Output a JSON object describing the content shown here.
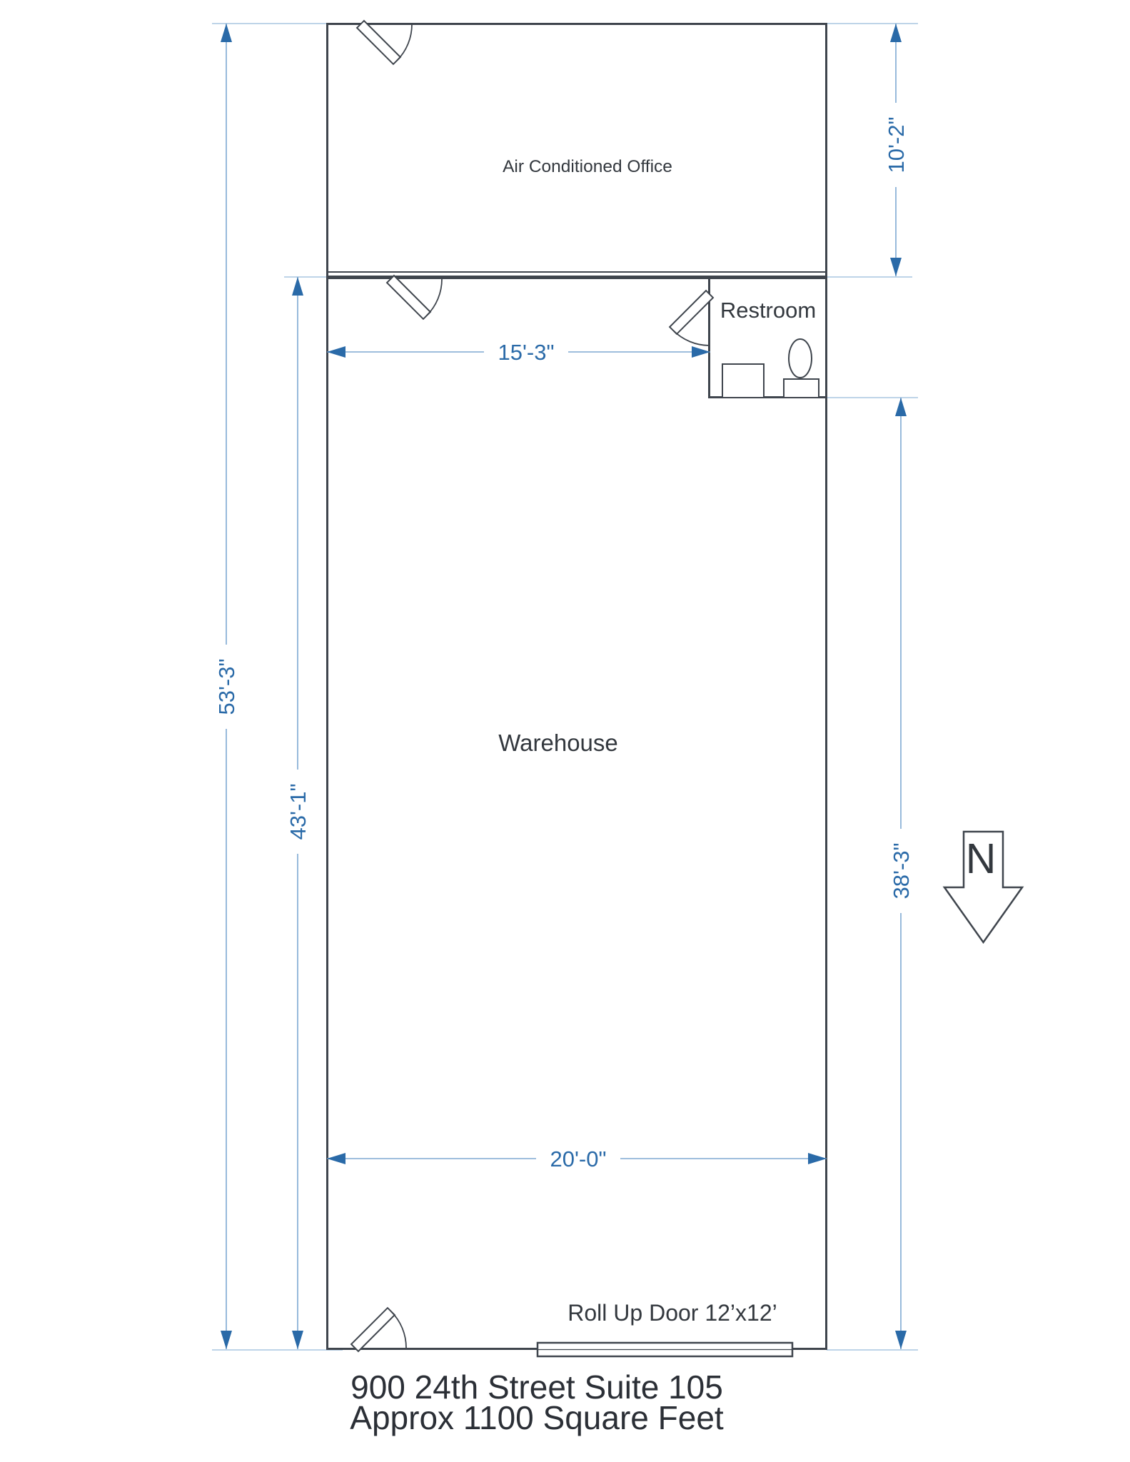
{
  "plan": {
    "labels": {
      "office": "Air Conditioned Office",
      "restroom": "Restroom",
      "warehouse": "Warehouse",
      "rollup_door": "Roll Up Door 12’x12’",
      "north": "N"
    },
    "dimensions": {
      "overall_height": "53'-3\"",
      "warehouse_height": "43'-1\"",
      "office_height": "10'-2\"",
      "warehouse_right_height": "38'-3\"",
      "office_inner_width": "15'-3\"",
      "warehouse_width": "20'-0\""
    },
    "title": {
      "line1": "900 24th Street Suite 105",
      "line2": "Approx 1100 Square Feet"
    },
    "colors": {
      "wall": "#3f454d",
      "dimension_blue": "#2a6aa8",
      "dimension_line_blue": "#7ea9d2",
      "extension_blue": "#a9c6e0",
      "text_dark": "#33383e"
    }
  }
}
